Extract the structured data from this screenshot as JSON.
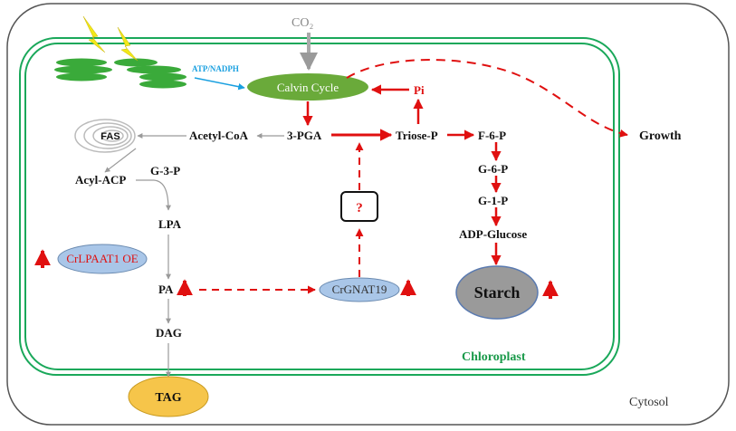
{
  "labels": {
    "co2": "CO₂",
    "atp_nadph": "ATP/NADPH",
    "calvin_cycle": "Calvin Cycle",
    "pi": "Pi",
    "fas": "FAS",
    "acetyl_coa": "Acetyl-CoA",
    "pga": "3-PGA",
    "triose_p": "Triose-P",
    "f6p": "F-6-P",
    "growth": "Growth",
    "acyl_acp": "Acyl-ACP",
    "g3p": "G-3-P",
    "g6p": "G-6-P",
    "g1p": "G-1-P",
    "question": "?",
    "lpa": "LPA",
    "adp_glucose": "ADP-Glucose",
    "crlpaat1": "CrLPAAT1 OE",
    "pa": "PA",
    "crgnat19": "CrGNAT19",
    "starch": "Starch",
    "dag": "DAG",
    "chloroplast": "Chloroplast",
    "tag": "TAG",
    "cytosol": "Cytosol"
  },
  "colors": {
    "red": "#e01010",
    "green_membrane": "#1aa85a",
    "calvin_fill": "#6aaa3a",
    "blue_oval": "#a9c6e8",
    "starch_fill": "#9a9a9a",
    "tag_fill": "#f6c54a",
    "lightning": "#f2e81a",
    "thylakoid": "#3aaa3a"
  }
}
